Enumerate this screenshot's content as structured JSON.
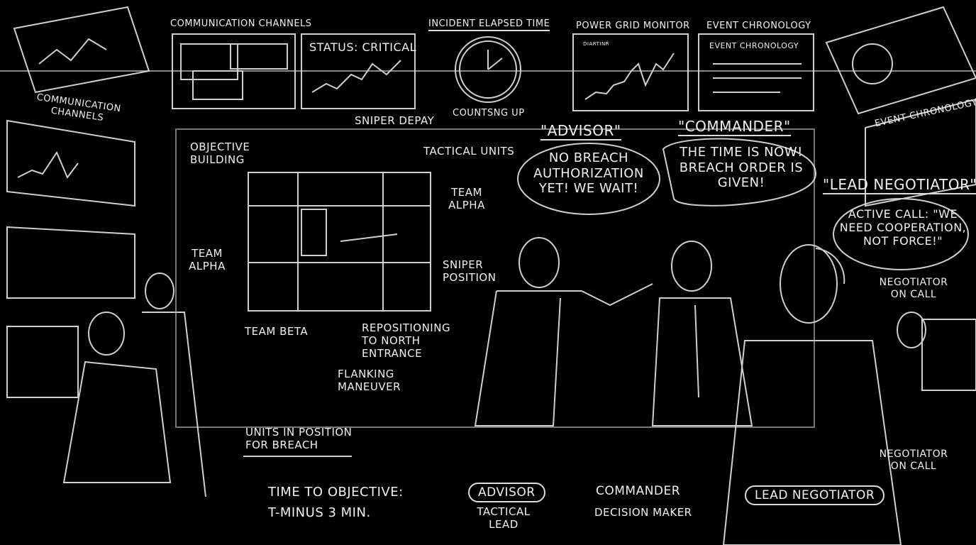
{
  "monitors": {
    "comm_channels_top": "Communication Channels",
    "status": "Status: Critical",
    "elapsed_title": "Incident Elapsed Time",
    "elapsed_sub": "Countsng up",
    "power_grid": "Power Grid Monitor",
    "power_grid_inner": "DIARTINR",
    "event_chron_top": "Event Chronology",
    "event_chron_inner": "Event Chronology",
    "event_chron_right": "Event Chronology",
    "comm_channels_left": "Communication Channels"
  },
  "map": {
    "objective": "Objective Building",
    "sniper_depay": "Sniper Depay",
    "tactical_units": "Tactical Units",
    "team_alpha_right": "Team Alpha",
    "team_alpha_left": "Team Alpha",
    "sniper_position": "Sniper Position",
    "team_beta": "Team Beta",
    "repositioning": "Repositioning to North Entrance",
    "flanking": "Flanking Maneuver",
    "units_in_position": "Units in Position for Breach",
    "time_to_objective": "Time to Objective:",
    "t_minus": "T-Minus 3 Min."
  },
  "speech": {
    "advisor_title": "\"Advisor\"",
    "advisor_text": "No breach authorization yet! We wait!",
    "commander_title": "\"Commander\"",
    "commander_text": "The time is now! Breach order is given!",
    "negotiator_title": "\"Lead Negotiator\"",
    "negotiator_text": "Active call: \"We need cooperation, not force!\""
  },
  "roles": {
    "advisor": "Advisor",
    "advisor_sub": "Tactical Lead",
    "commander": "Commander",
    "commander_sub": "Decision Maker",
    "negotiator": "Lead Negotiator",
    "negotiator_on_call_top": "Negotiator on call",
    "negotiator_on_call_bottom": "Negotiator on call"
  }
}
